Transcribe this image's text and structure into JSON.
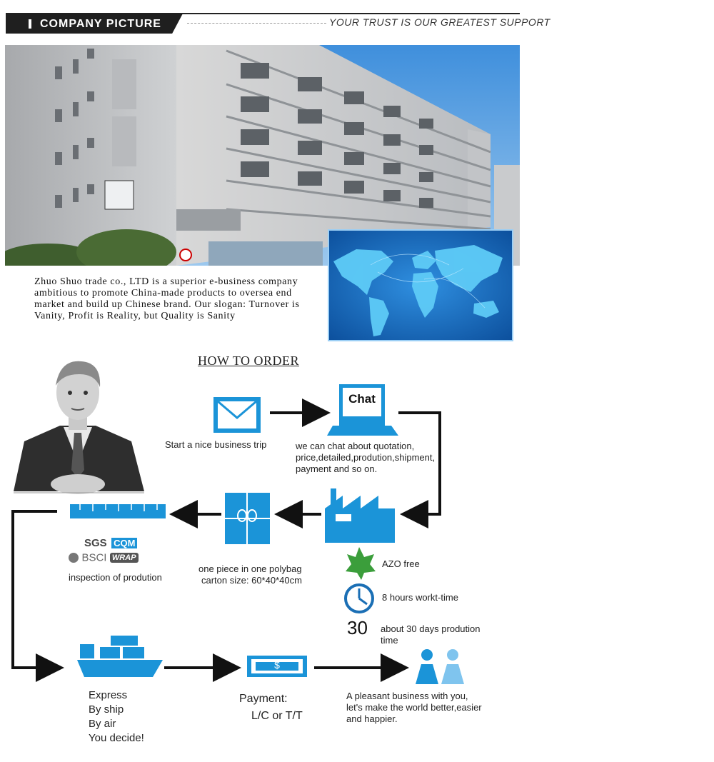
{
  "header": {
    "title": "COMPANY PICTURE",
    "slogan": "YOUR TRUST IS OUR GREATEST SUPPORT"
  },
  "about": {
    "text": "Zhuo Shuo trade co., LTD is a superior e-business company ambitious to promote China-made products to oversea end market and build up Chinese brand. Our slogan: Turnover is Vanity, Profit is Reality, but Quality is Sanity"
  },
  "how_to_order": {
    "title": "HOW TO ORDER",
    "chat_icon_text": "Chat",
    "steps": {
      "start": "Start a nice business trip",
      "chat": [
        "we can chat about quotation,",
        "price,detailed,prodution,shipment,",
        "payment and so on."
      ],
      "factory_azo": "AZO free",
      "factory_hours": "8 hours workt-time",
      "factory_days_number": "30",
      "factory_days": [
        "about 30 days prodution",
        "time"
      ],
      "polybag": [
        "one piece in one polybag",
        "carton size: 60*40*40cm"
      ],
      "inspection_logos": [
        "SGS",
        "CQM",
        "BSCI",
        "WRAP"
      ],
      "inspection": "inspection of prodution",
      "shipping": [
        "Express",
        "By ship",
        "By air",
        "You decide!"
      ],
      "payment_title": "Payment:",
      "payment_methods": "L/C or T/T",
      "payment_symbol": "$",
      "business": [
        "A pleasant business with you,",
        "let's make the world better,easier",
        "and happier."
      ]
    }
  },
  "colors": {
    "accent": "#1b94d8",
    "header_dark": "#1f1f1f",
    "sky": "#5ba3e0",
    "map_bg": "#1e78c8"
  }
}
